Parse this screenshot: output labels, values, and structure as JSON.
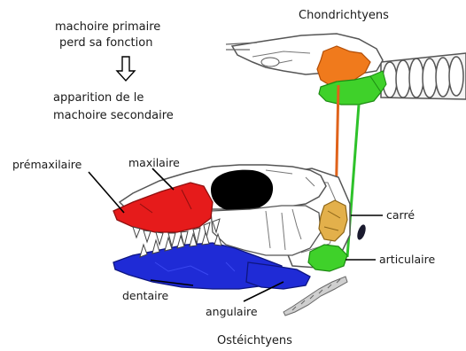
{
  "text": {
    "chondrichtyens": "Chondrichtyens",
    "osteichtyens": "Ostéichtyens",
    "note_line1": "machoire primaire",
    "note_line2": "perd sa fonction",
    "result_line1": "apparition de le",
    "result_line2": "machoire secondaire",
    "premaxilaire": "prémaxilaire",
    "maxilaire": "maxilaire",
    "carre": "carré",
    "articulaire": "articulaire",
    "dentaire": "dentaire",
    "angulaire": "angulaire"
  },
  "colors": {
    "premaxilaire": "#e61b1b",
    "maxilaire": "#e61b1b",
    "dentaire": "#1f2bd6",
    "angulaire": "#1f2bd6",
    "carre": "#e3b04b",
    "articulaire": "#3fd12a",
    "palatoquadrate": "#f07a1c",
    "meckel": "#3fd12a",
    "orange_link": "#e0621a",
    "green_link": "#2ec22a"
  },
  "icons": {
    "arrow": "hollow-down-arrow"
  }
}
